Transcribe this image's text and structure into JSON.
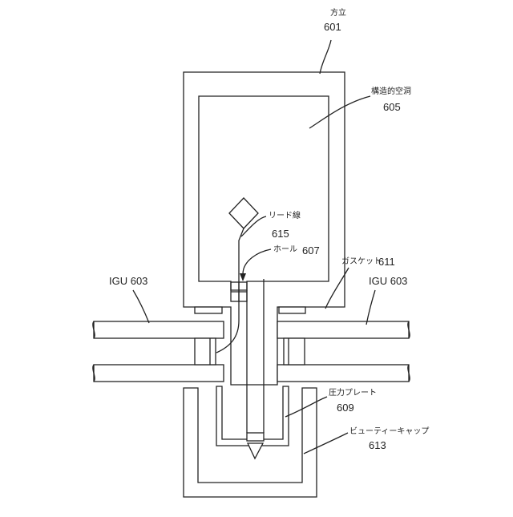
{
  "labels": {
    "mullion": {
      "text": "方立",
      "number": "601"
    },
    "structural_space": {
      "text": "構造的空洞",
      "number": "605"
    },
    "lead_wire": {
      "text": "リード線",
      "number": "615"
    },
    "hole": {
      "text": "ホール",
      "number": "607"
    },
    "gasket": {
      "text": "ガスケット",
      "number": "611"
    },
    "igu_left": {
      "text": "IGU 603"
    },
    "igu_right": {
      "text": "IGU 603"
    },
    "pressure_plate": {
      "text": "圧力プレート",
      "number": "609"
    },
    "beauty_cap": {
      "text": "ビューティーキャップ",
      "number": "613"
    }
  }
}
